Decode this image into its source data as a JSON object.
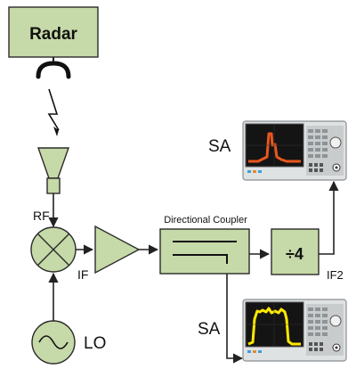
{
  "title_block": "Radar",
  "labels": {
    "rf": "RF",
    "if": "IF",
    "if2": "IF2",
    "lo": "LO",
    "coupler": "Directional Coupler",
    "divider": "÷4",
    "sa_top": "SA",
    "sa_bottom": "SA"
  },
  "colors": {
    "block_fill": "#c6d9a8",
    "block_stroke": "#2b2b2b",
    "wire": "#222222",
    "trace_top": "#e8571e",
    "trace_bottom": "#ffe800",
    "screen": "#141414",
    "instrument_body": "#d9dcdd"
  },
  "icons": {
    "antenna": "dish-antenna-icon",
    "signal": "lightning-bolt-icon",
    "horn": "horn-antenna-icon",
    "mixer": "mixer-cross-icon",
    "amplifier": "amplifier-triangle-icon",
    "oscillator": "sine-wave-icon",
    "analyzer": "spectrum-analyzer-icon"
  }
}
